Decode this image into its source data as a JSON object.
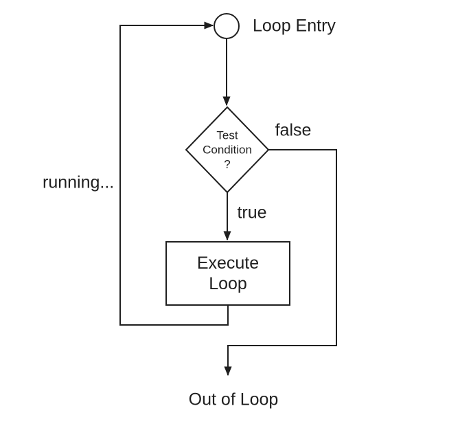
{
  "diagram": {
    "loop_entry": {
      "label": "Loop Entry"
    },
    "decision": {
      "line1": "Test",
      "line2": "Condition",
      "line3": "?"
    },
    "process": {
      "line1": "Execute",
      "line2": "Loop"
    },
    "exit_label": "Out of Loop",
    "branch_true_label": "true",
    "branch_false_label": "false",
    "loop_back_label": "running..."
  },
  "colors": {
    "stroke": "#1f1f1f",
    "node_fill": "#ffffff",
    "background": "#ffffff"
  }
}
